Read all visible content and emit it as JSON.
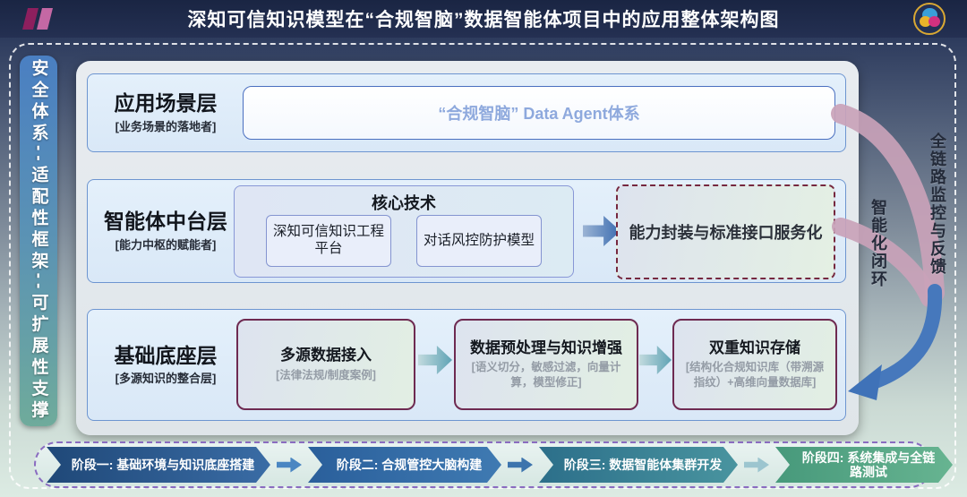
{
  "header": {
    "title": "深知可信知识模型在“合规智脑”数据智能体项目中的应用整体架构图"
  },
  "sidebar": {
    "label": "安全体系--适配性框架--可扩展性支撑"
  },
  "layers": [
    {
      "name": "应用场景层",
      "role": "[业务场景的落地者]",
      "box": "“合规智脑” Data Agent体系"
    },
    {
      "name": "智能体中台层",
      "role": "[能力中枢的赋能者]",
      "core": {
        "title": "核心技术",
        "items": [
          "深知可信知识工程平台",
          "对话风控防护模型"
        ]
      },
      "output": "能力封装与标准接口服务化"
    },
    {
      "name": "基础底座层",
      "role": "[多源知识的整合层]",
      "boxes": [
        {
          "title": "多源数据接入",
          "detail": "[法律法规/制度案例]"
        },
        {
          "title": "数据预处理与知识增强",
          "detail": "[语义切分，敏感过滤，向量计算，模型修正]"
        },
        {
          "title": "双重知识存储",
          "detail": "[结构化合规知识库（带溯源指纹）+高维向量数据库]"
        }
      ]
    }
  ],
  "feedback": {
    "outer_label": "全链路监控与反馈",
    "inner_label": "智能化闭环"
  },
  "stages": [
    {
      "label": "阶段一: 基础环境与知识底座搭建"
    },
    {
      "label": "阶段二: 合规管控大脑构建"
    },
    {
      "label": "阶段三: 数据智能体集群开发"
    },
    {
      "label": "阶段四: 系统集成与全链路测试"
    }
  ],
  "colors": {
    "titlebar_bg": "#1d2946",
    "frame_dash": "#ffffff",
    "sidebar_gradient": [
      "#4a7fc2",
      "#6fab9b"
    ],
    "layer_panel_bg": "#e0ecf8",
    "layer_panel_border": "#6d95d0",
    "agent_box_border": "#4a6fc0",
    "agent_text": "#8ea9dd",
    "output_dash_border": "#76283f",
    "base_box_border": "#6e2a51",
    "down_arrow": "#2f62ad",
    "teal_arrow": "#5fa3b5",
    "feedback_pink": "#c9a2b8",
    "feedback_blue": "#3f72b8",
    "stage_colors": [
      "#1f4878",
      "#2a5f9b",
      "#2c6f8a",
      "#47997b"
    ],
    "stagebar_dash": "#8a6cc0",
    "logo_slashes": [
      "#8d1f5e",
      "#c468a4"
    ],
    "logo_ring": "#d9a833"
  }
}
